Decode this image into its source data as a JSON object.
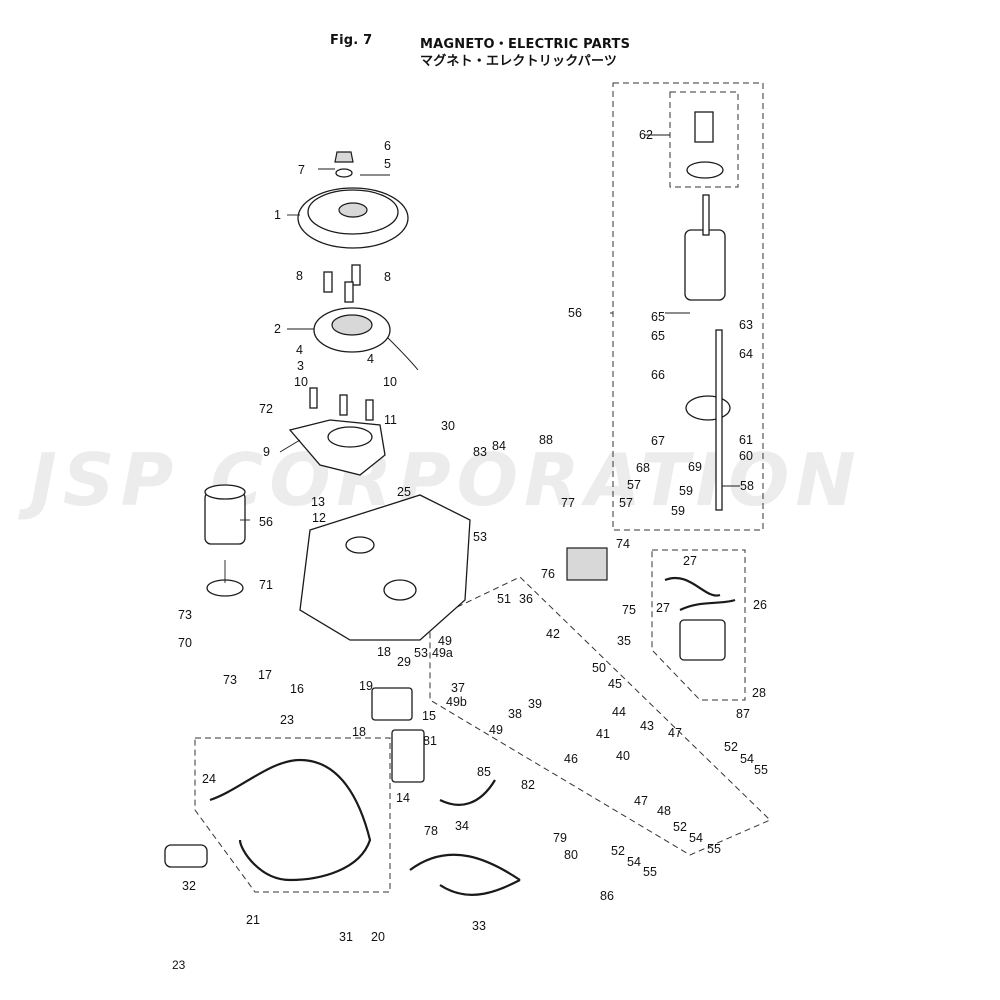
{
  "header": {
    "fig": "Fig. 7",
    "title_en": "MAGNETO・ELECTRIC PARTS",
    "title_jp": "マグネト・エレクトリックパーツ"
  },
  "watermark": "JSP CORPORATION",
  "page_number": "23",
  "callouts": [
    "1",
    "2",
    "3",
    "4",
    "4",
    "5",
    "6",
    "7",
    "8",
    "8",
    "9",
    "10",
    "10",
    "11",
    "12",
    "13",
    "14",
    "15",
    "16",
    "17",
    "18",
    "18",
    "19",
    "20",
    "21",
    "23",
    "24",
    "25",
    "26",
    "27",
    "27",
    "28",
    "29",
    "30",
    "31",
    "32",
    "33",
    "34",
    "35",
    "36",
    "37",
    "38",
    "39",
    "40",
    "41",
    "42",
    "43",
    "44",
    "45",
    "46",
    "47",
    "47",
    "48",
    "49",
    "49",
    "49a",
    "49b",
    "50",
    "51",
    "52",
    "52",
    "52",
    "53",
    "53",
    "54",
    "54",
    "54",
    "55",
    "55",
    "55",
    "56",
    "56",
    "57",
    "57",
    "58",
    "59",
    "59",
    "60",
    "61",
    "62",
    "63",
    "64",
    "65",
    "65",
    "66",
    "67",
    "68",
    "69",
    "70",
    "71",
    "72",
    "73",
    "73",
    "74",
    "75",
    "76",
    "77",
    "78",
    "79",
    "80",
    "81",
    "82",
    "83",
    "84",
    "85",
    "86",
    "87",
    "88"
  ],
  "colors": {
    "line": "#1a1a1a",
    "watermark": "#ececec",
    "background": "#ffffff"
  }
}
